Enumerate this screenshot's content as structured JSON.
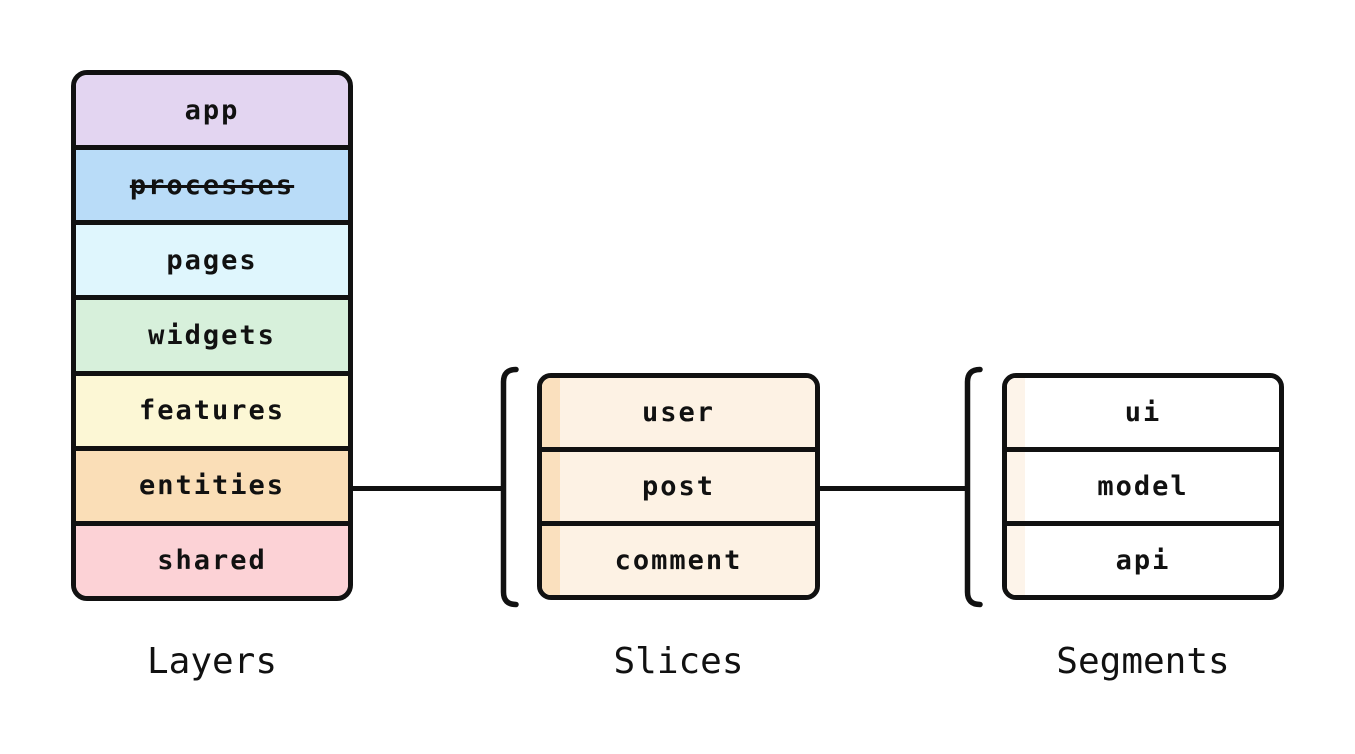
{
  "layers": {
    "label": "Layers",
    "items": [
      {
        "name": "app",
        "color": "#E3D5F1",
        "strikethrough": false
      },
      {
        "name": "processes",
        "color": "#B9DCF8",
        "strikethrough": true
      },
      {
        "name": "pages",
        "color": "#DFF6FD",
        "strikethrough": false
      },
      {
        "name": "widgets",
        "color": "#D7F0DB",
        "strikethrough": false
      },
      {
        "name": "features",
        "color": "#FCF7D5",
        "strikethrough": false
      },
      {
        "name": "entities",
        "color": "#FADEB7",
        "strikethrough": false
      },
      {
        "name": "shared",
        "color": "#FCD2D6",
        "strikethrough": false
      }
    ]
  },
  "slices": {
    "label": "Slices",
    "items": [
      {
        "name": "user"
      },
      {
        "name": "post"
      },
      {
        "name": "comment"
      }
    ],
    "body_color": "#FDF2E4",
    "strip_color": "#FAE0BE"
  },
  "segments": {
    "label": "Segments",
    "items": [
      {
        "name": "ui"
      },
      {
        "name": "model"
      },
      {
        "name": "api"
      }
    ],
    "body_color": "#FFFFFF",
    "strip_color": "#FDF4EA"
  },
  "colors": {
    "line": "#111111"
  }
}
